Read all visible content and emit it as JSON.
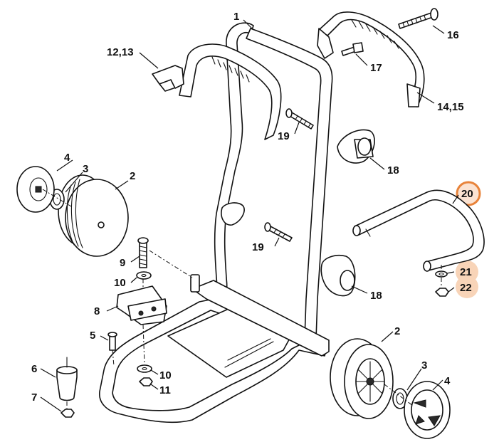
{
  "highlight": {
    "ring_color": "#e8833a",
    "fill_color": "#f8d4b8",
    "ring_labels": [
      "20"
    ],
    "filled_labels": [
      "21",
      "22"
    ]
  },
  "callouts": {
    "c1": "1",
    "c2a": "2",
    "c2b": "2",
    "c3a": "3",
    "c3b": "3",
    "c4a": "4",
    "c4b": "4",
    "c5": "5",
    "c6": "6",
    "c7": "7",
    "c8": "8",
    "c9": "9",
    "c10a": "10",
    "c10b": "10",
    "c11": "11",
    "c12_13": "12,13",
    "c14_15": "14,15",
    "c16": "16",
    "c17": "17",
    "c18a": "18",
    "c18b": "18",
    "c19a": "19",
    "c19b": "19",
    "c20": "20",
    "c21": "21",
    "c22": "22"
  }
}
